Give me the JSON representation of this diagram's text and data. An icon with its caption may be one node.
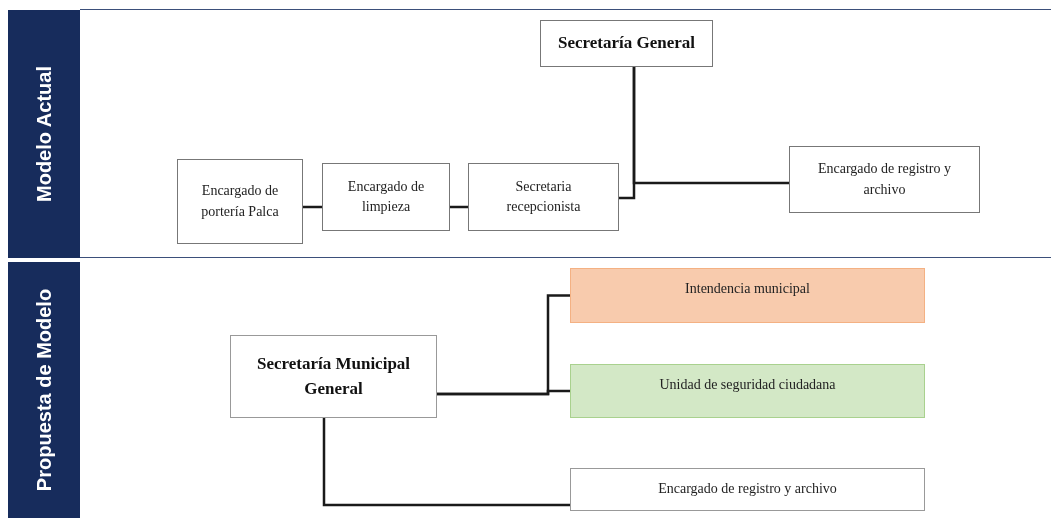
{
  "diagram": {
    "nodes": [
      {
        "text": [
          "Modelo Actual"
        ]
      },
      {
        "text": [
          "Secretaría General"
        ]
      },
      {
        "text": [
          "Encargado de portería Palca"
        ]
      },
      {
        "text": [
          "Encargado de limpieza"
        ]
      },
      {
        "text": [
          "Secretaria recepcionista"
        ]
      },
      {
        "text": [
          "Encargado de registro y archivo"
        ]
      },
      {
        "text": [
          "Propuesta de Modelo"
        ]
      },
      {
        "text": [
          "Secretaría Municipal General"
        ]
      },
      {
        "text": [
          "Intendencia municipal"
        ]
      },
      {
        "text": [
          "Unidad de seguridad ciudadana"
        ]
      },
      {
        "text": [
          "Encargado de registro y archivo"
        ]
      }
    ],
    "edges": [
      {
        "from": 2,
        "to": 3,
        "arrow": "none"
      },
      {
        "from": 3,
        "to": 4,
        "arrow": "none"
      },
      {
        "from": 1,
        "to": 4,
        "arrow": "none"
      },
      {
        "from": 1,
        "to": 5,
        "arrow": "none"
      },
      {
        "from": 7,
        "to": 8,
        "arrow": "none"
      },
      {
        "from": 7,
        "to": 9,
        "arrow": "none"
      },
      {
        "from": 7,
        "to": 10,
        "arrow": "none"
      }
    ]
  }
}
